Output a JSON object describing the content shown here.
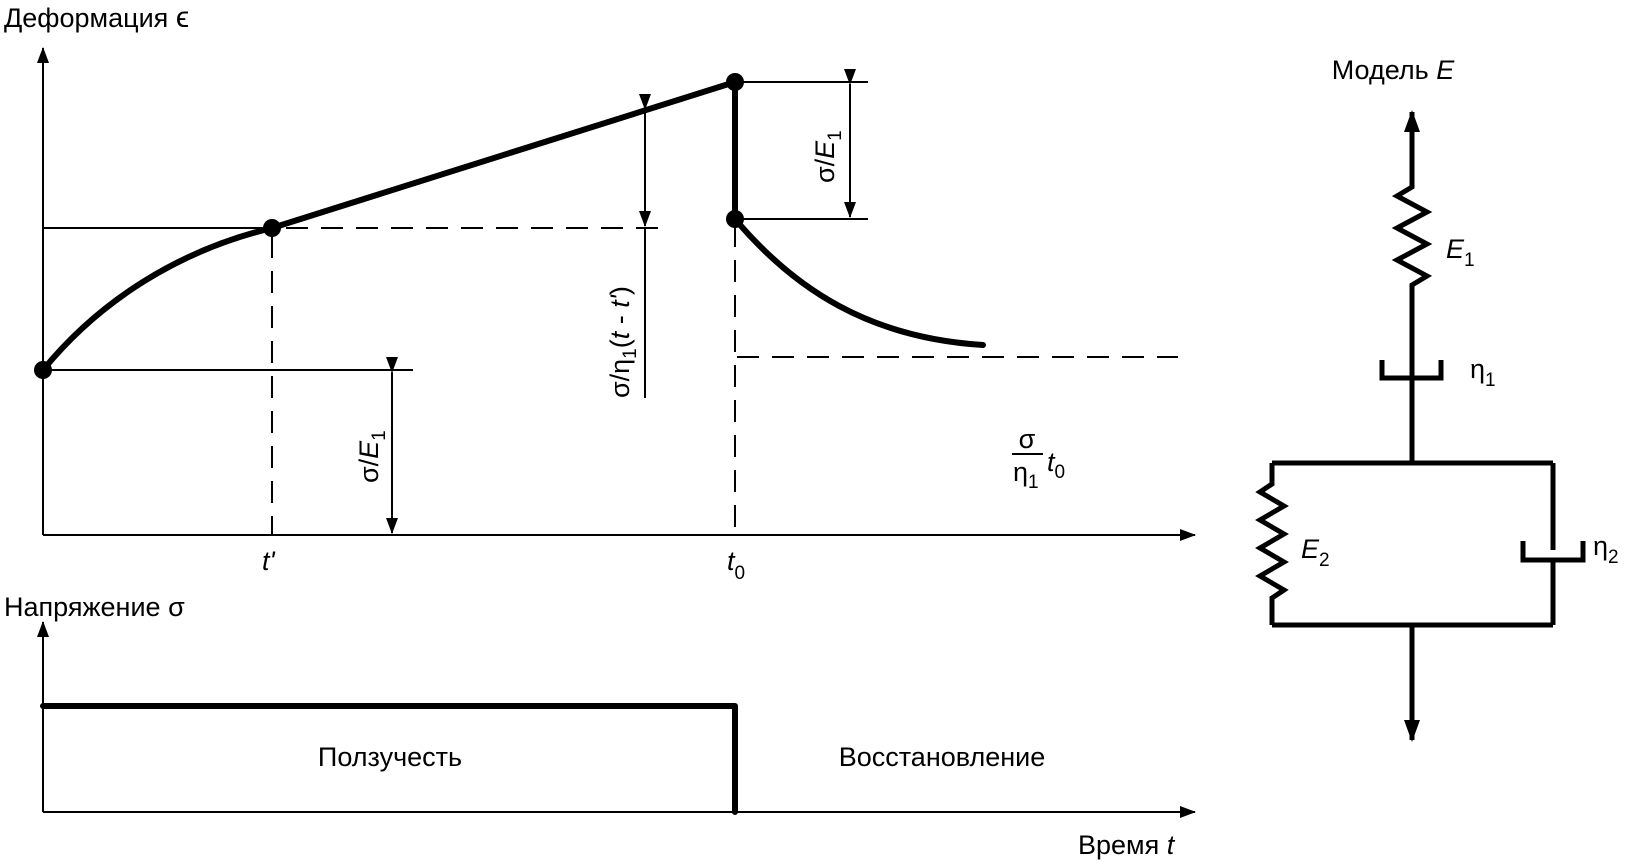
{
  "strain_axis": {
    "label": "Деформация",
    "symbol": "ϵ"
  },
  "stress_axis": {
    "label": "Напряжение",
    "symbol": "σ"
  },
  "time_axis": {
    "label": "Время",
    "symbol": "t"
  },
  "time_marks": {
    "t_prime": "t'",
    "t0": "t",
    "t0_sub": "0"
  },
  "annotations": {
    "elastic_left": {
      "text": "σ/",
      "var": "E",
      "sub": "1"
    },
    "elastic_right": {
      "text": "σ/",
      "var": "E",
      "sub": "1"
    },
    "viscous": {
      "prefix": "σ/η",
      "sub": "1",
      "paren": "(",
      "var1": "t",
      "minus": " - ",
      "var2": "t'",
      "close": ")"
    },
    "residual": {
      "num": "σ",
      "den": "η",
      "den_sub": "1",
      "var": "t",
      "sub": "0"
    }
  },
  "phases": {
    "creep": "Ползучесть",
    "recovery": "Восстановление"
  },
  "model": {
    "title": "Модель",
    "title_var": "E",
    "spring1": {
      "var": "E",
      "sub": "1"
    },
    "dashpot1": {
      "var": "η",
      "sub": "1"
    },
    "spring2": {
      "var": "E",
      "sub": "2"
    },
    "dashpot2": {
      "var": "η",
      "sub": "2"
    }
  }
}
